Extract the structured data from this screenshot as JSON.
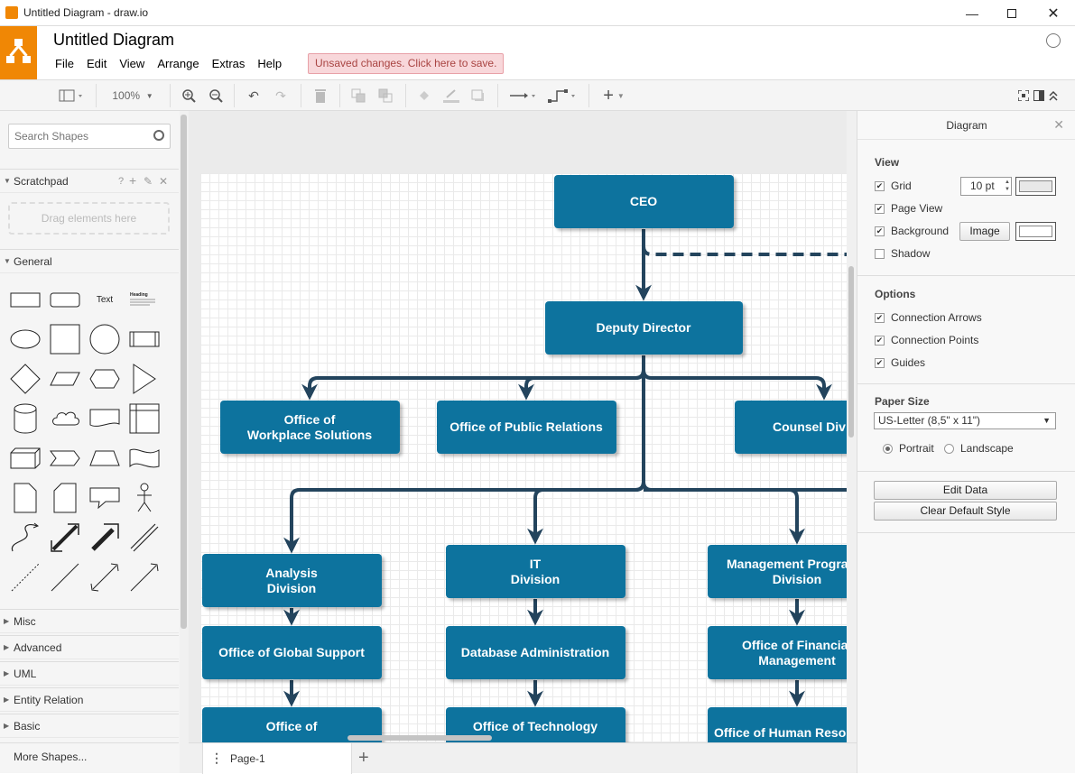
{
  "window": {
    "title": "Untitled Diagram - draw.io"
  },
  "header": {
    "doc_title": "Untitled Diagram",
    "menu": [
      "File",
      "Edit",
      "View",
      "Arrange",
      "Extras",
      "Help"
    ],
    "unsaved_notice": "Unsaved changes. Click here to save."
  },
  "toolbar": {
    "zoom": "100%"
  },
  "sidebar": {
    "search_placeholder": "Search Shapes",
    "scratchpad": {
      "label": "Scratchpad",
      "drag_hint": "Drag elements here"
    },
    "general_label": "General",
    "text_shape": "Text",
    "heading_shape": "Heading",
    "collapsed_sections": [
      "Misc",
      "Advanced",
      "UML",
      "Entity Relation",
      "Basic"
    ],
    "more_shapes": "More Shapes..."
  },
  "diagram": {
    "node_color": "#10739e",
    "edge_color": "#23445d",
    "nodes": {
      "ceo": "CEO",
      "deputy": "Deputy Director",
      "workplace": [
        "Office of",
        "Workplace Solutions"
      ],
      "public_relations": "Office of Public Relations",
      "counsel": "Counsel Div",
      "analysis": [
        "Analysis",
        "Division"
      ],
      "it": [
        "IT",
        "Division"
      ],
      "management": [
        "Management Progra",
        "Division"
      ],
      "global_support": "Office of Global Support",
      "database": "Database Administration",
      "financial": [
        "Office of Financia",
        "Management"
      ],
      "office_of": "Office of",
      "technology": "Office of Technology",
      "human": "Office of Human Reso"
    }
  },
  "pages": {
    "tab": "Page-1"
  },
  "format_panel": {
    "title": "Diagram",
    "view_title": "View",
    "grid": "Grid",
    "grid_size": "10 pt",
    "page_view": "Page View",
    "background": "Background",
    "image_button": "Image",
    "shadow": "Shadow",
    "options_title": "Options",
    "connection_arrows": "Connection Arrows",
    "connection_points": "Connection Points",
    "guides": "Guides",
    "paper_size_title": "Paper Size",
    "paper_size": "US-Letter (8,5\" x 11\")",
    "portrait": "Portrait",
    "landscape": "Landscape",
    "edit_data": "Edit Data",
    "clear_default_style": "Clear Default Style"
  }
}
